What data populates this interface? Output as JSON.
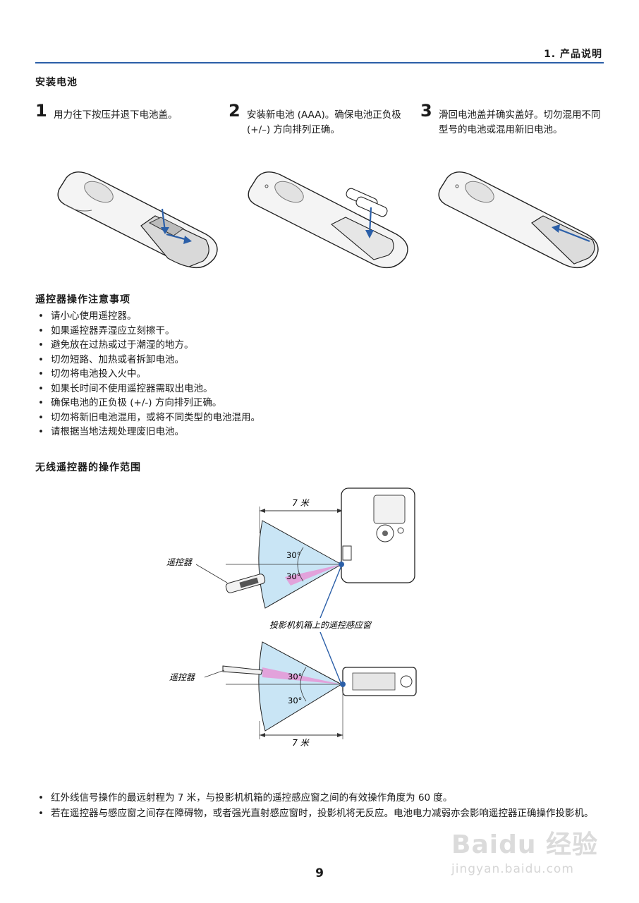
{
  "header": {
    "chapter": "1. 产品说明"
  },
  "section_battery": {
    "title": "安装电池",
    "steps": [
      {
        "num": "1",
        "text": "用力往下按压并退下电池盖。"
      },
      {
        "num": "2",
        "text": "安装新电池 (AAA)。确保电池正负极 (+/–) 方向排列正确。"
      },
      {
        "num": "3",
        "text": "滑回电池盖并确实盖好。切勿混用不同型号的电池或混用新旧电池。"
      }
    ]
  },
  "section_cautions": {
    "title": "遥控器操作注意事项",
    "items": [
      "请小心使用遥控器。",
      "如果遥控器弄湿应立刻擦干。",
      "避免放在过热或过于潮湿的地方。",
      "切勿短路、加热或者拆卸电池。",
      "切勿将电池投入火中。",
      "如果长时间不使用遥控器需取出电池。",
      "确保电池的正负极 (+/-) 方向排列正确。",
      "切勿将新旧电池混用，或将不同类型的电池混用。",
      "请根据当地法规处理废旧电池。"
    ]
  },
  "section_range": {
    "title": "无线遥控器的操作范围",
    "diagram": {
      "distance_top": "7 米",
      "distance_bottom": "7 米",
      "angle_1": "30°",
      "angle_2": "30°",
      "angle_3": "30°",
      "angle_4": "30°",
      "remote_label_top": "遥控器",
      "remote_label_bottom": "遥控器",
      "sensor_label": "投影机机箱上的遥控感应窗"
    },
    "notes": [
      "红外线信号操作的最远射程为 7 米，与投影机机箱的遥控感应窗之间的有效操作角度为 60 度。",
      "若在遥控器与感应窗之间存在障碍物，或者强光直射感应窗时，投影机将无反应。电池电力减弱亦会影响遥控器正确操作投影机。"
    ]
  },
  "page_number": "9",
  "watermark": {
    "line1": "Baidu 经验",
    "line2": "jingyan.baidu.com"
  },
  "colors": {
    "accent_blue": "#2b5fa8",
    "range_fill": "#c9e5f5",
    "beam_pink": "#e98bd1"
  }
}
